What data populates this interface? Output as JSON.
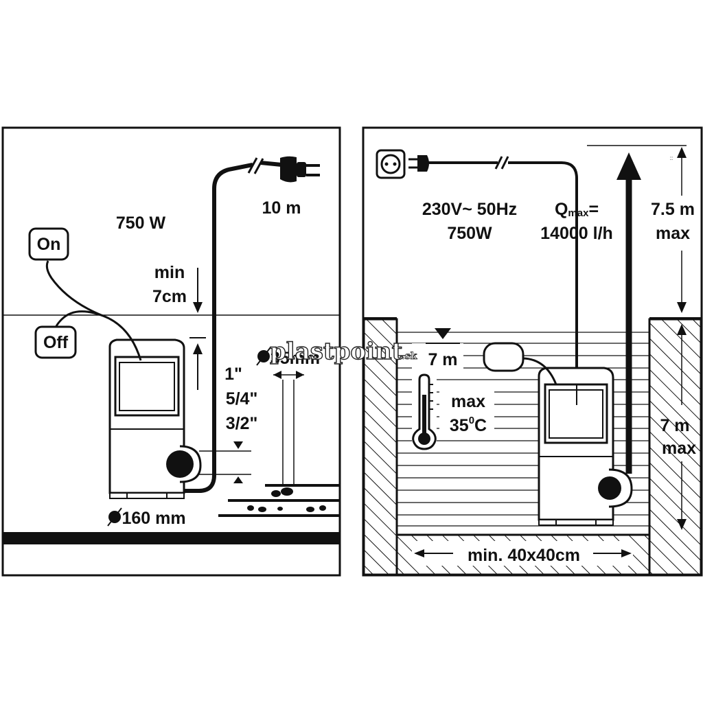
{
  "left_panel": {
    "power_label": "750 W",
    "cable_length": "10 m",
    "min_level_line1": "min",
    "min_level_line2": "7cm",
    "switch_on": "On",
    "switch_off": "Off",
    "particle_size": "35mm",
    "outlet_sizes": [
      "1\"",
      "5/4\"",
      "3/2\""
    ],
    "base_diameter": "160 mm"
  },
  "right_panel": {
    "voltage": "230V~ 50Hz",
    "power": "750W",
    "flow_label_q": "Q",
    "flow_label_sub": "max",
    "flow_label_eq": "=",
    "flow_value": "14000 l/h",
    "max_head_value": "7.5 m",
    "max_head_word": "max",
    "immersion_depth": "7 m",
    "temp_word": "max",
    "temp_value": "35",
    "temp_deg": "0",
    "temp_unit": "C",
    "max_depth_value": "7 m",
    "max_depth_word": "max",
    "shaft_size": "min. 40x40cm"
  },
  "watermark": {
    "main": "plastpoint",
    "suffix": ".sk"
  },
  "colors": {
    "ink": "#111111",
    "background": "#ffffff"
  }
}
